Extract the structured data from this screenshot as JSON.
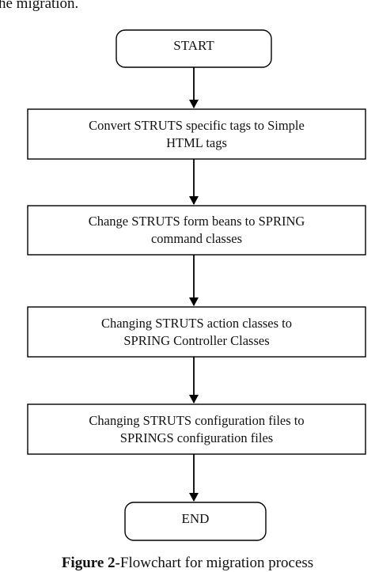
{
  "top_fragment": "he migration.",
  "flowchart": {
    "start": "START",
    "steps": [
      [
        "Convert STRUTS specific tags to Simple",
        "HTML tags"
      ],
      [
        "Change STRUTS form beans to SPRING",
        "command classes"
      ],
      [
        "Changing STRUTS action classes to",
        "SPRING Controller Classes"
      ],
      [
        "Changing STRUTS configuration files to",
        "SPRINGS configuration files"
      ]
    ],
    "end": "END"
  },
  "caption": {
    "label": "Figure 2-",
    "text": "Flowchart for migration process"
  }
}
